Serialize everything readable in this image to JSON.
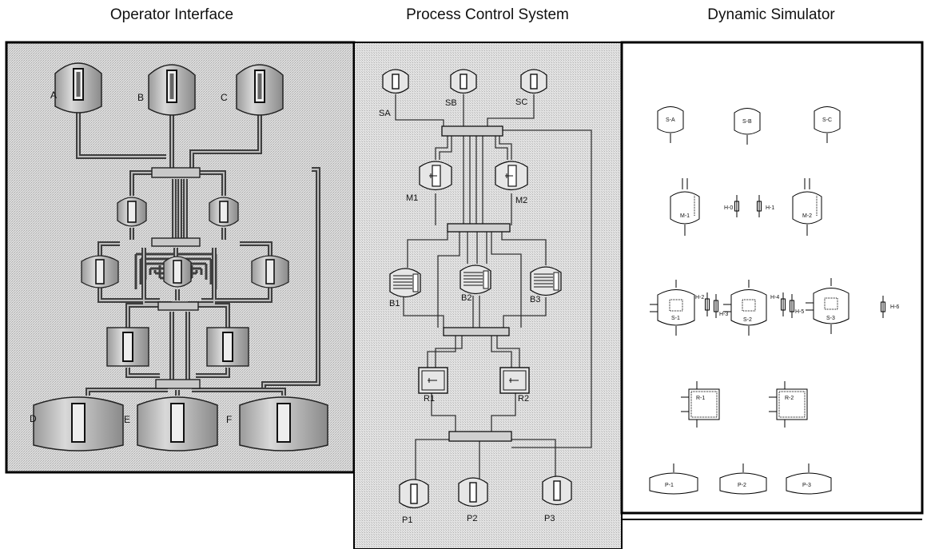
{
  "headers": {
    "operator_interface": "Operator Interface",
    "process_control": "Process Control System",
    "dynamic_simulator": "Dynamic Simulator"
  },
  "operator": {
    "storage": [
      "A",
      "B",
      "C"
    ],
    "products": [
      "D",
      "E",
      "F"
    ]
  },
  "pcs": {
    "storage": [
      "SA",
      "SB",
      "SC"
    ],
    "mixers": [
      "M1",
      "M2"
    ],
    "batch": [
      "B1",
      "B2",
      "B3"
    ],
    "reactors": [
      "R1",
      "R2"
    ],
    "products": [
      "P1",
      "P2",
      "P3"
    ]
  },
  "sim": {
    "storage": [
      "S-A",
      "S-B",
      "S-C"
    ],
    "mixers": [
      "M-1",
      "M-2"
    ],
    "heaters_top": [
      "H-0",
      "H-1"
    ],
    "stills": [
      "S-1",
      "S-2",
      "S-3"
    ],
    "heaters_mid": [
      "H-2",
      "H-3",
      "H-4",
      "H-5",
      "H-6"
    ],
    "reactors": [
      "R-1",
      "R-2"
    ],
    "products": [
      "P-1",
      "P-2",
      "P-3"
    ]
  },
  "colors": {
    "panel_fill": "#d6d6d6",
    "vessel_fill": "#bdbdbd",
    "pipe": "#555555",
    "border": "#000000"
  }
}
